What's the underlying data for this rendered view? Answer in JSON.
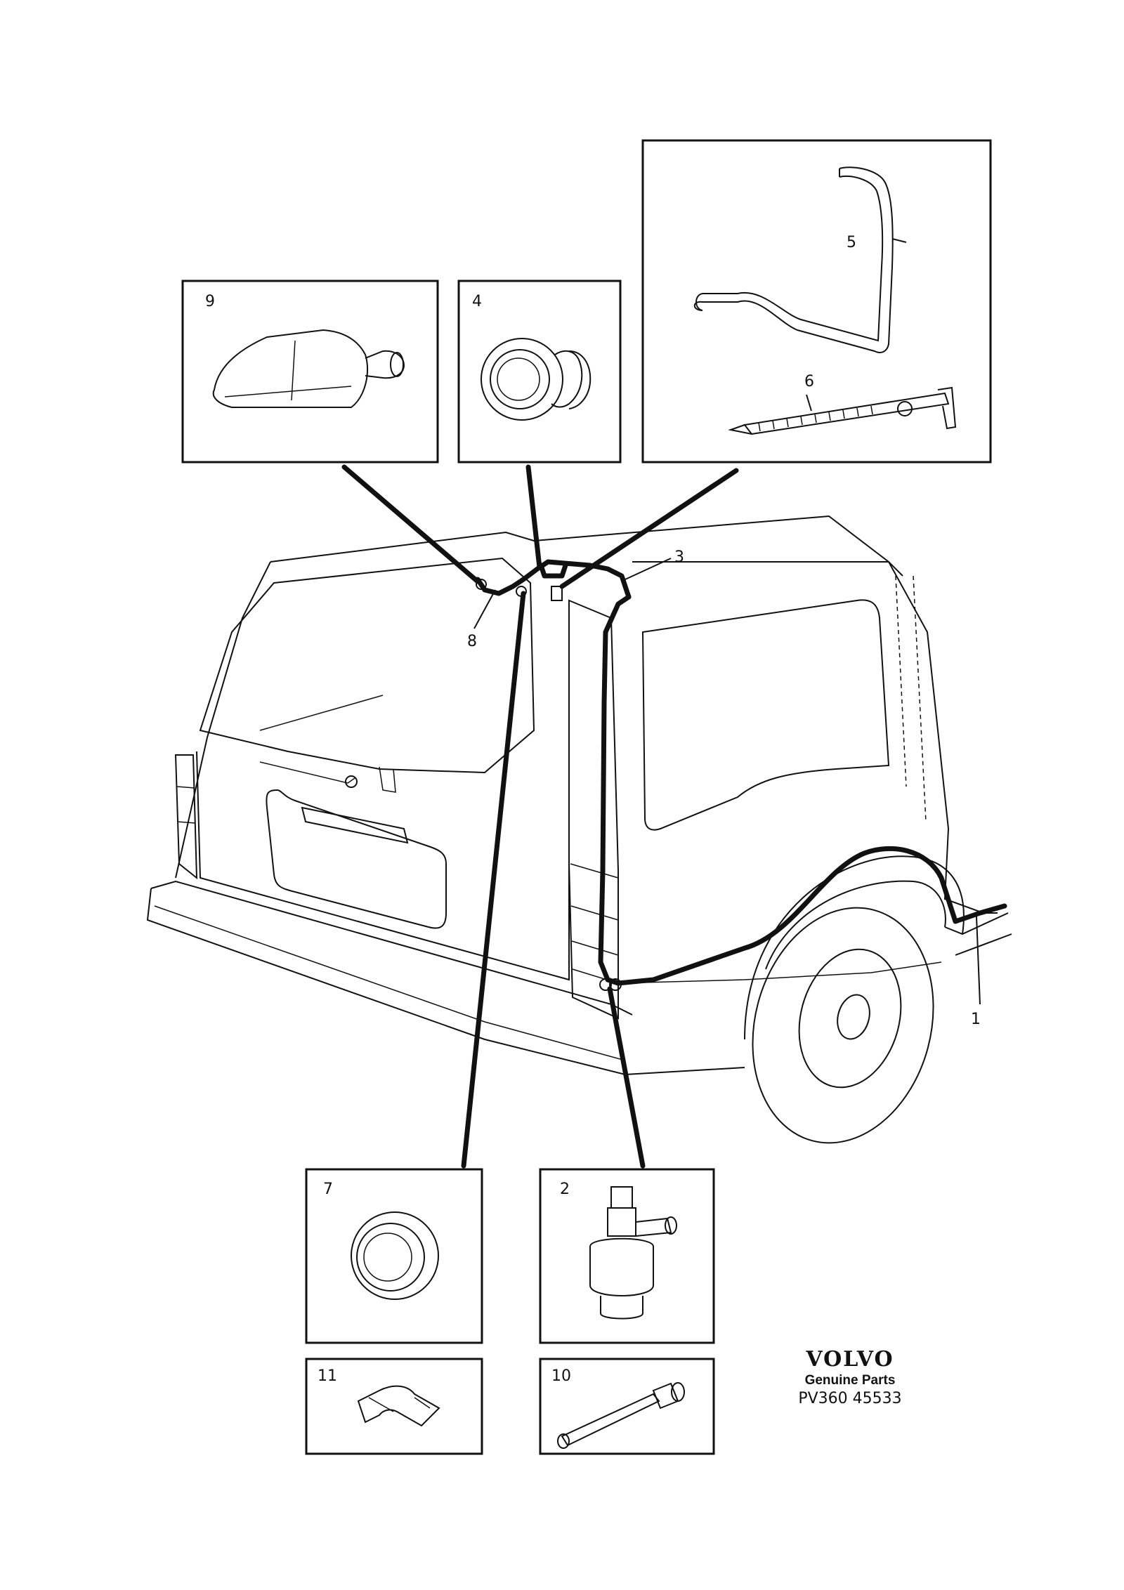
{
  "diagram": {
    "part_labels": [
      "1",
      "2",
      "3",
      "4",
      "5",
      "6",
      "7",
      "8",
      "9",
      "10",
      "11"
    ],
    "brand": {
      "logo": "VOLVO",
      "subtitle": "Genuine Parts",
      "reference": "PV360 45533"
    }
  }
}
